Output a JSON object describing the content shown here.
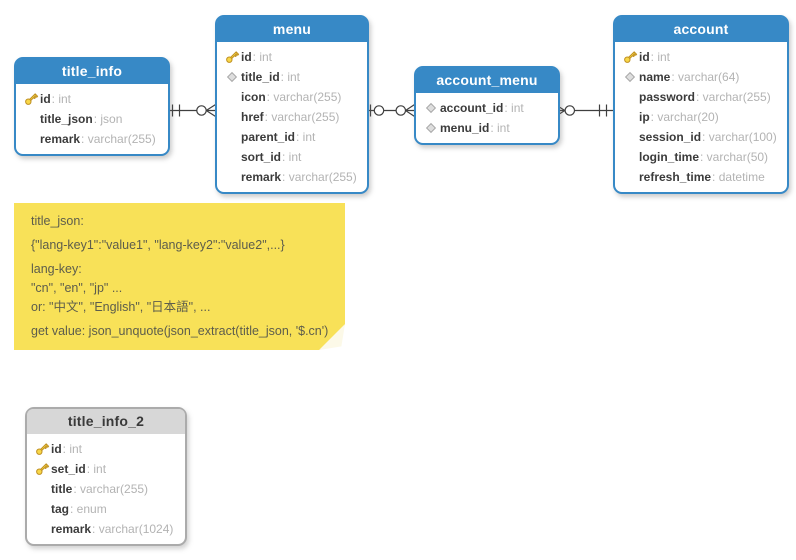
{
  "diagram": {
    "colors": {
      "table_header_blue": "#3789c6",
      "table_header_gray": "#d7d7d7",
      "note_background": "#f8e158",
      "key_icon_gold": "#f8d748",
      "diamond_icon_gray": "#dedede",
      "field_type_text": "#b3b3b3",
      "connector_line": "#3f3f3f"
    },
    "tables": [
      {
        "name": "title_info",
        "variant": "blue",
        "fields": [
          {
            "icon": "key",
            "name": "id",
            "type": "int"
          },
          {
            "icon": "none",
            "name": "title_json",
            "type": "json"
          },
          {
            "icon": "none",
            "name": "remark",
            "type": "varchar(255)"
          }
        ]
      },
      {
        "name": "menu",
        "variant": "blue",
        "fields": [
          {
            "icon": "key",
            "name": "id",
            "type": "int"
          },
          {
            "icon": "diamond",
            "name": "title_id",
            "type": "int"
          },
          {
            "icon": "none",
            "name": "icon",
            "type": "varchar(255)"
          },
          {
            "icon": "none",
            "name": "href",
            "type": "varchar(255)"
          },
          {
            "icon": "none",
            "name": "parent_id",
            "type": "int"
          },
          {
            "icon": "none",
            "name": "sort_id",
            "type": "int"
          },
          {
            "icon": "none",
            "name": "remark",
            "type": "varchar(255)"
          }
        ]
      },
      {
        "name": "account_menu",
        "variant": "blue",
        "fields": [
          {
            "icon": "diamond",
            "name": "account_id",
            "type": "int"
          },
          {
            "icon": "diamond",
            "name": "menu_id",
            "type": "int"
          }
        ]
      },
      {
        "name": "account",
        "variant": "blue",
        "fields": [
          {
            "icon": "key",
            "name": "id",
            "type": "int"
          },
          {
            "icon": "diamond",
            "name": "name",
            "type": "varchar(64)"
          },
          {
            "icon": "none",
            "name": "password",
            "type": "varchar(255)"
          },
          {
            "icon": "none",
            "name": "ip",
            "type": "varchar(20)"
          },
          {
            "icon": "none",
            "name": "session_id",
            "type": "varchar(100)"
          },
          {
            "icon": "none",
            "name": "login_time",
            "type": "varchar(50)"
          },
          {
            "icon": "none",
            "name": "refresh_time",
            "type": "datetime"
          }
        ]
      },
      {
        "name": "title_info_2",
        "variant": "gray",
        "fields": [
          {
            "icon": "key",
            "name": "id",
            "type": "int"
          },
          {
            "icon": "key",
            "name": "set_id",
            "type": "int"
          },
          {
            "icon": "none",
            "name": "title",
            "type": "varchar(255)"
          },
          {
            "icon": "none",
            "name": "tag",
            "type": "enum"
          },
          {
            "icon": "none",
            "name": "remark",
            "type": "varchar(1024)"
          }
        ]
      }
    ],
    "relationships": [
      {
        "from": "title_info",
        "to": "menu",
        "from_cardinality": "exactly-one",
        "to_cardinality": "zero-or-many"
      },
      {
        "from": "menu",
        "to": "account_menu",
        "from_cardinality": "zero-or-one",
        "to_cardinality": "zero-or-many"
      },
      {
        "from": "account_menu",
        "to": "account",
        "from_cardinality": "zero-or-many",
        "to_cardinality": "exactly-one"
      }
    ],
    "note": {
      "lines": [
        "title_json:",
        "{\"lang-key1\":\"value1\", \"lang-key2\":\"value2\",...}",
        "lang-key:",
        "\"cn\", \"en\", \"jp\" ...",
        "or: \"中文\", \"English\", \"日本語\", ...",
        "get value: json_unquote(json_extract(title_json, '$.cn')"
      ]
    }
  }
}
